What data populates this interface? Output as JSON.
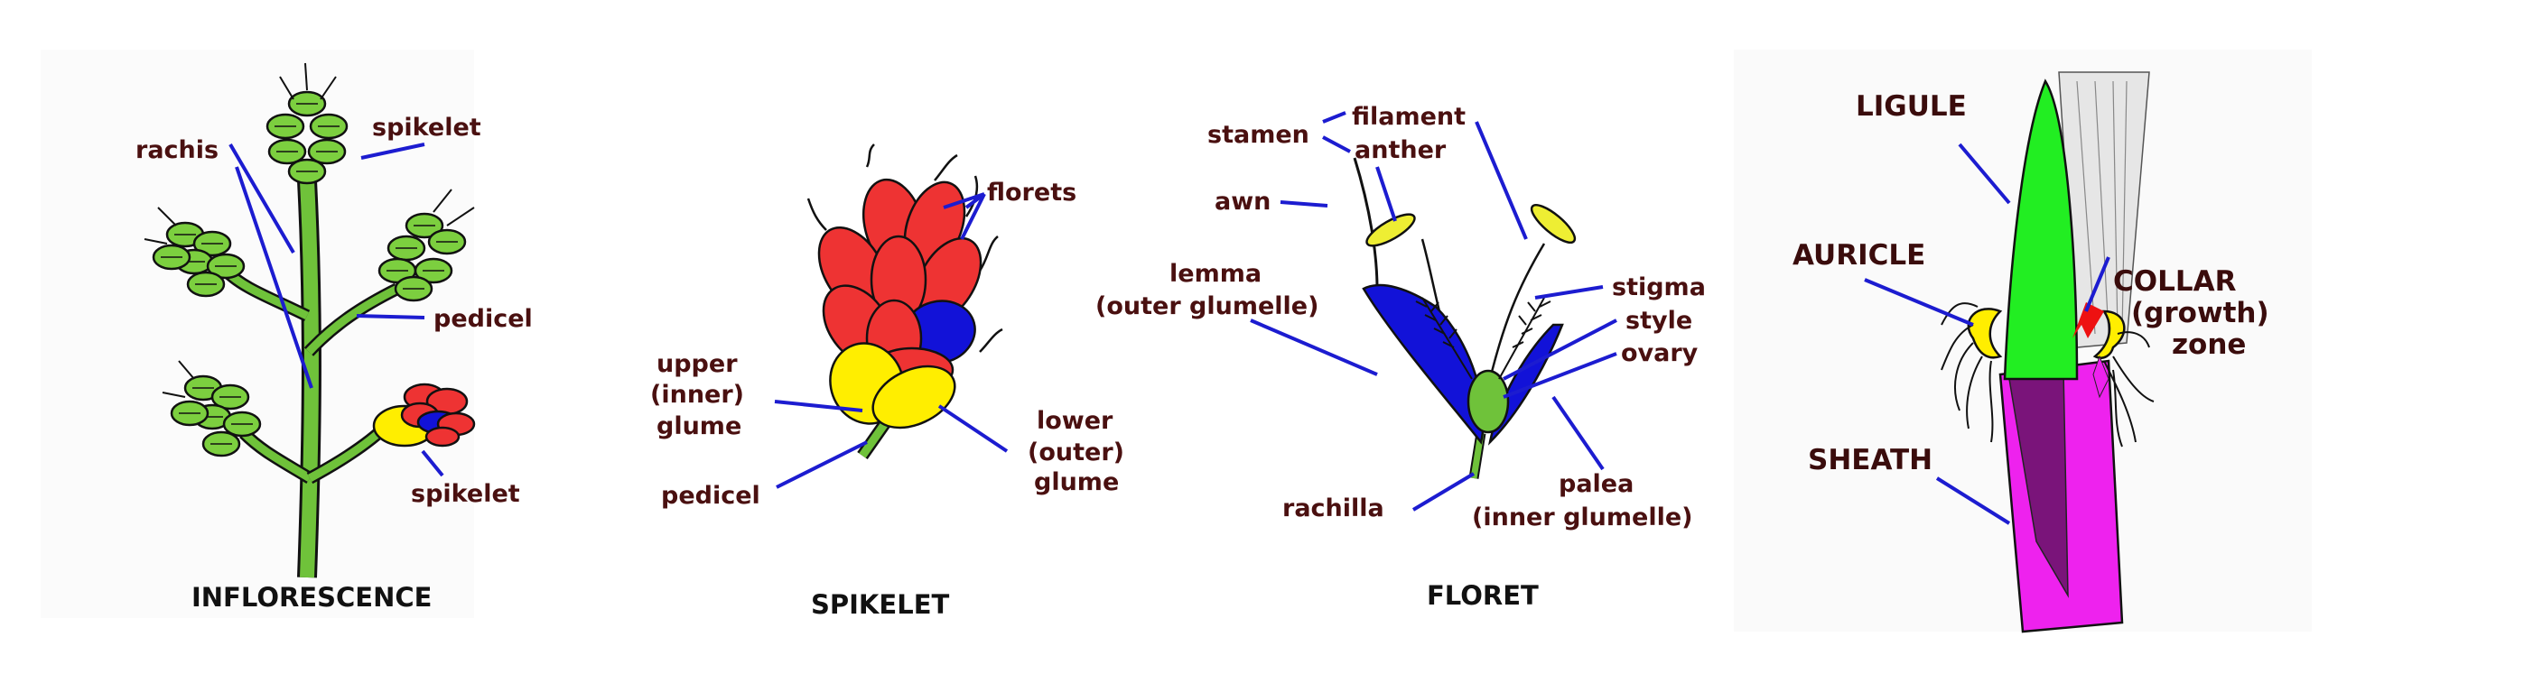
{
  "panels": [
    {
      "caption": "INFLORESCENCE",
      "labels": {
        "rachis": "rachis",
        "spikelet_top": "spikelet",
        "pedicel": "pedicel",
        "spikelet_bottom": "spikelet"
      }
    },
    {
      "caption": "SPIKELET",
      "labels": {
        "florets": "florets",
        "upper1": "upper",
        "upper2": "(inner)",
        "upper3": "glume",
        "lower1": "lower",
        "lower2": "(outer)",
        "lower3": "glume",
        "pedicel": "pedicel"
      }
    },
    {
      "caption": "FLORET",
      "labels": {
        "stamen": "stamen",
        "filament": "filament",
        "anther": "anther",
        "awn": "awn",
        "lemma1": "lemma",
        "lemma2": "(outer glumelle)",
        "stigma": "stigma",
        "style": "style",
        "ovary": "ovary",
        "rachilla": "rachilla",
        "palea1": "palea",
        "palea2": "(inner glumelle)"
      }
    },
    {
      "caption": "",
      "labels": {
        "ligule": "LIGULE",
        "auricle": "AURICLE",
        "collar1": "COLLAR",
        "collar2": "(growth)",
        "collar3": "zone",
        "sheath": "SHEATH"
      }
    }
  ],
  "colors": {
    "leader": "#1c1cd0",
    "text": "#4a1010",
    "green": "#7ccf3f",
    "red": "#ee3333",
    "blue": "#1212d8",
    "yellow": "#ffee00",
    "leaf_green": "#22ee22",
    "magenta": "#ee22ee",
    "purple": "#7a147a"
  }
}
